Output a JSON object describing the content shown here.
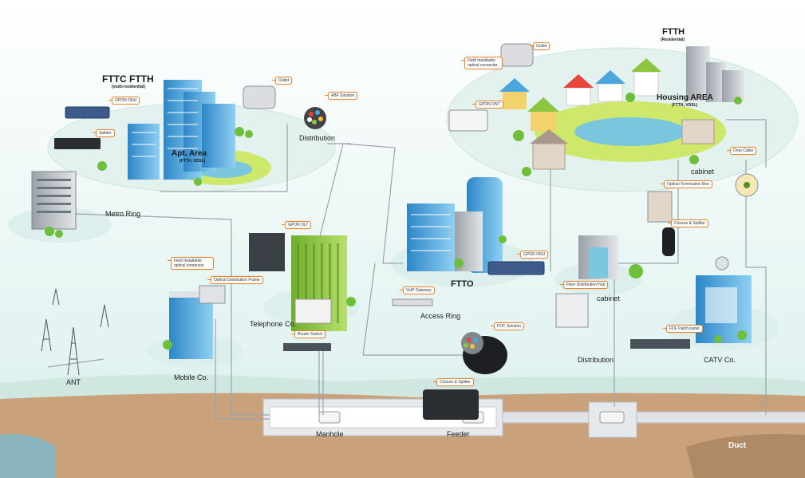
{
  "headings": {
    "fttc_ftth": "FTTC  FTTH",
    "multi_residential": "(multi-residential)",
    "apt_area": "Apt. Area",
    "apt_area_sub": "(FTTH, VDSL)",
    "ftth": "FTTH",
    "residential": "(Residential)",
    "housing_area": "Housing AREA",
    "housing_area_sub": "(FTTH, VDSL)",
    "ftto": "FTTO"
  },
  "places": {
    "distribution_top": "Distribution",
    "metro_ring": "Metro Ring",
    "telephone_co": "Telephone Co.",
    "access_ring": "Access Ring",
    "mobile_co": "Mobile Co.",
    "ant": "ANT",
    "manhole": "Manhole",
    "feeder": "Feeder",
    "distribution_bottom": "Distribution",
    "catv_co": "CATV Co.",
    "cabinet_top": "cabinet",
    "cabinet_mid": "cabinet",
    "duct": "Duct"
  },
  "callouts": {
    "gpon_onu_left": "GPON ONU",
    "splitter_left": "Splitter",
    "outlet_left": "Outlet",
    "abf_solution": "ABF Solution",
    "gpon_olt": "GPON OLT",
    "field_connector_left": "Field Installable optical connector",
    "optical_distribution_frame": "Optical Distribution Frame",
    "router_switch": "Router Switch",
    "voip_gateway": "VoIP Gateway",
    "gpon_onu_mid": "GPON ONU",
    "foc_solution": "FOC Solution",
    "closure_splitter_bottom": "Closure & Splitter",
    "outlet_right": "Outlet",
    "field_connector_right": "Field Installable optical connector",
    "gpon_ont": "GPON ONT",
    "drop_cable": "Drop Cable",
    "optical_termination_box": "Optical Termination Box",
    "closure_splitter_right": "Closure & Splitter",
    "fiber_distribution_hub": "Fiber Distribution Hub",
    "fdf_patch_panel": "FDF Patch panel"
  },
  "colors": {
    "sky": "#eaf6f6",
    "ground": "#c9a27c",
    "ground_top": "#c5e3da",
    "building_blue": "#4aa6dd",
    "building_green": "#8cc63f",
    "callout_border": "#e9852b",
    "fiber_line": "#9aa3ab",
    "water": "#79c6de"
  }
}
